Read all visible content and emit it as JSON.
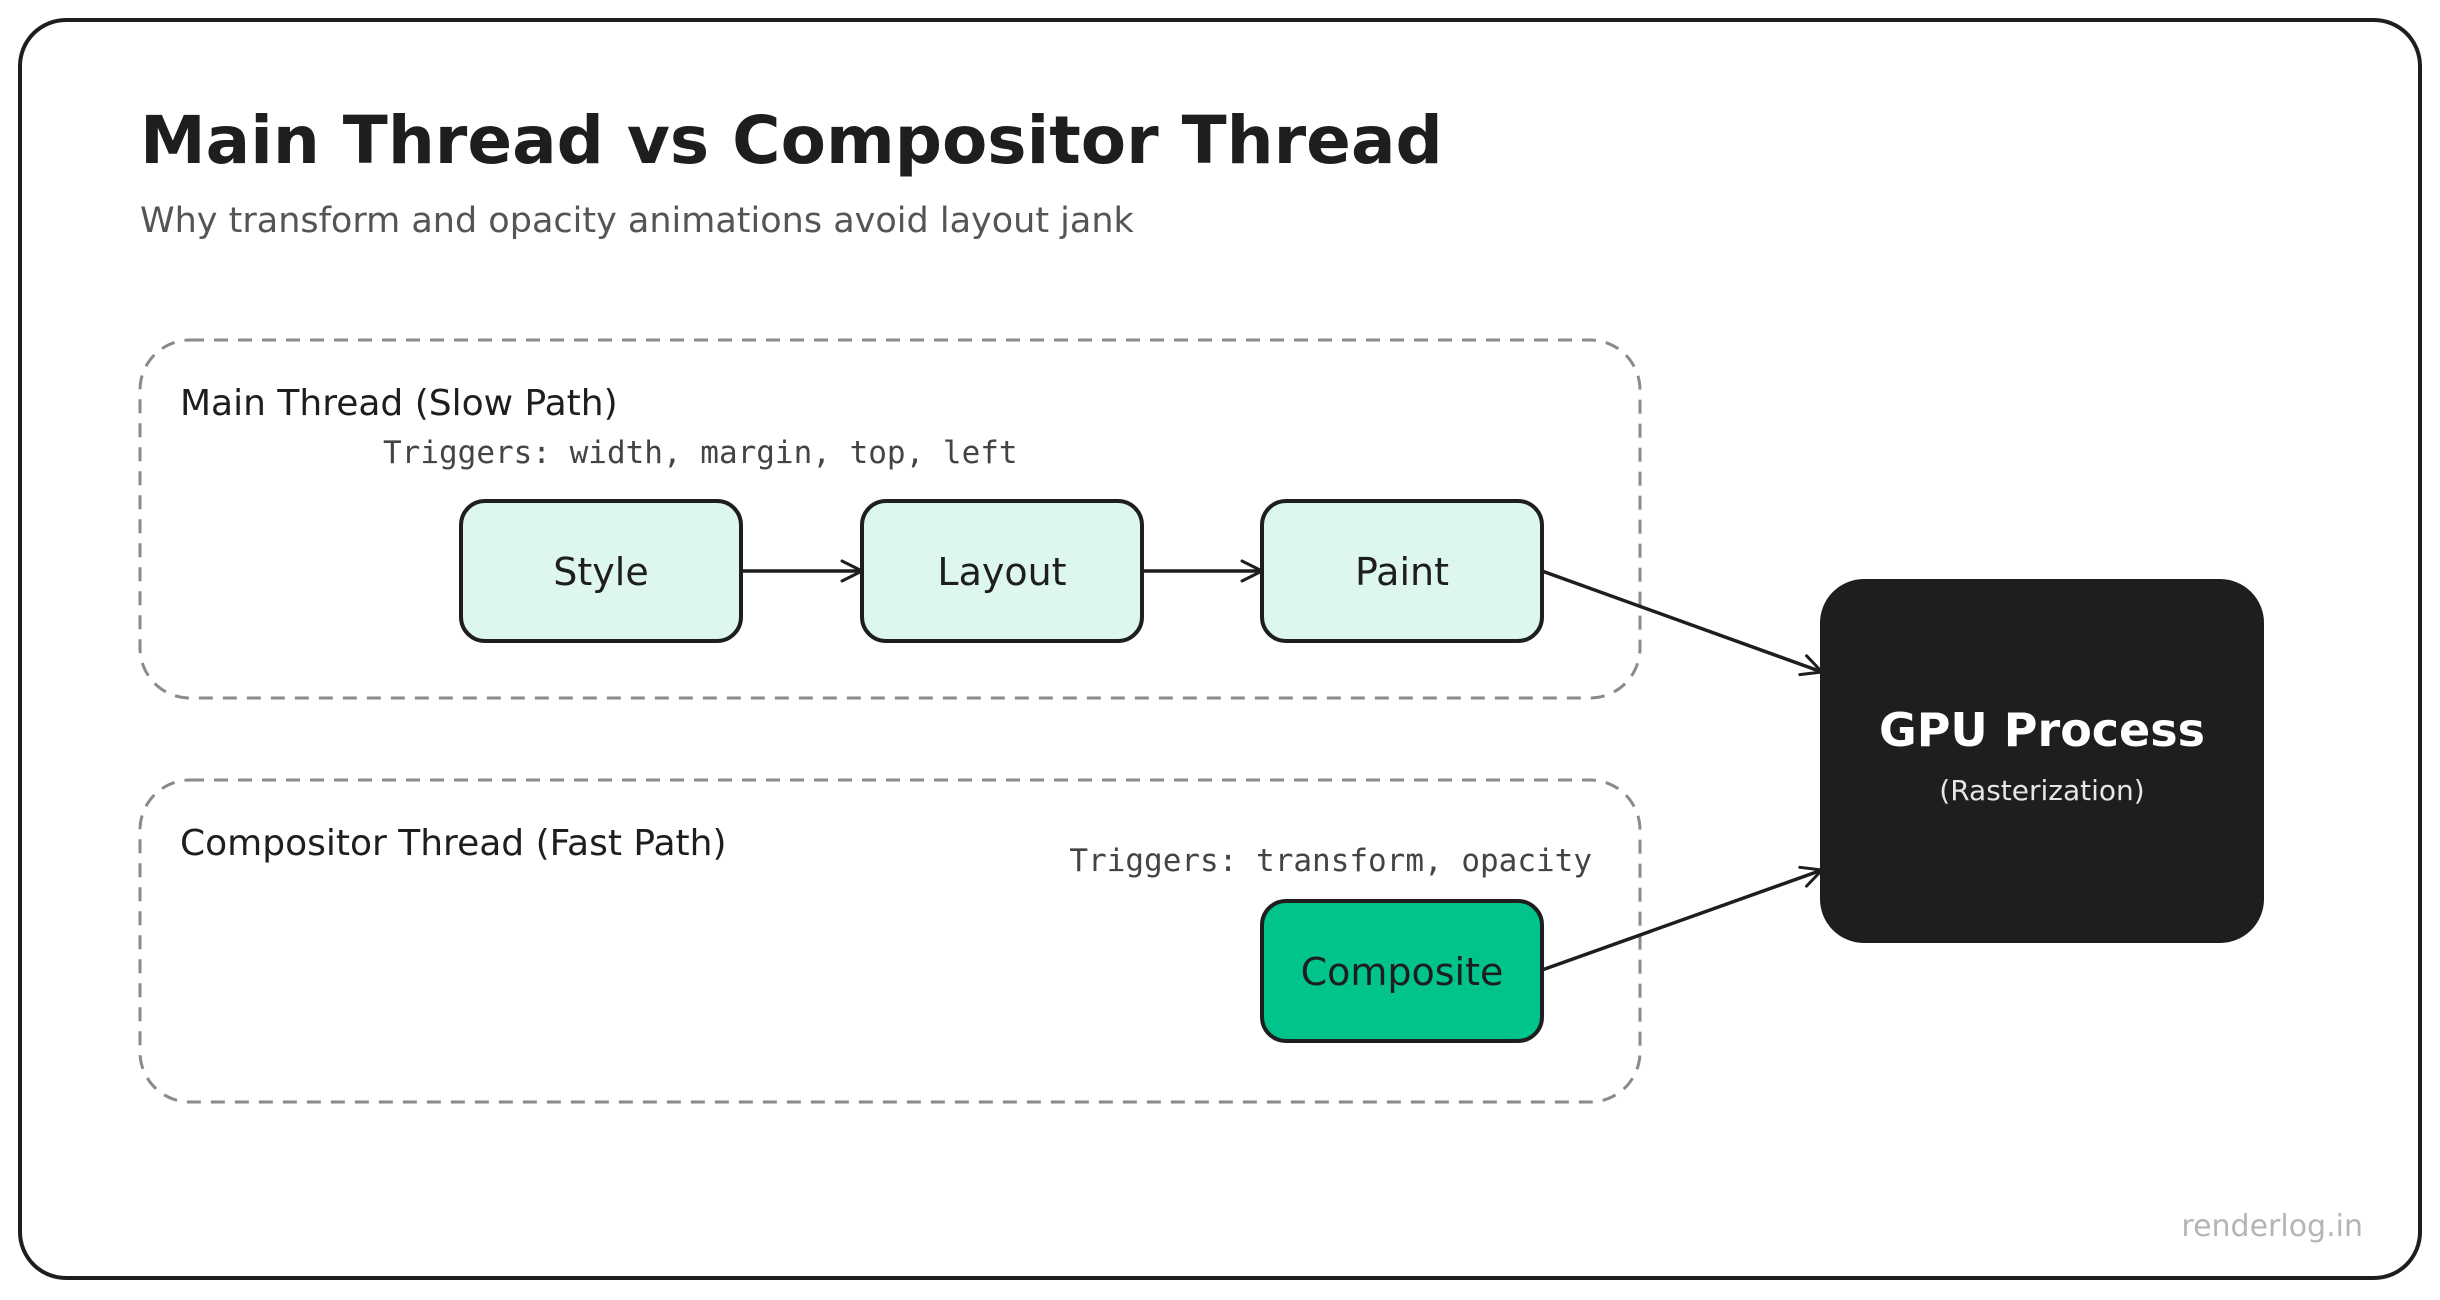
{
  "title": "Main Thread vs Compositor Thread",
  "subtitle": "Why transform and opacity animations avoid layout jank",
  "main_thread": {
    "label": "Main Thread (Slow Path)",
    "triggers": "Triggers: width, margin, top, left",
    "nodes": [
      "Style",
      "Layout",
      "Paint"
    ]
  },
  "compositor_thread": {
    "label": "Compositor Thread (Fast Path)",
    "triggers": "Triggers: transform, opacity",
    "node": "Composite"
  },
  "gpu": {
    "label": "GPU Process",
    "sublabel": "(Rasterization)"
  },
  "watermark": "renderlog.in",
  "colors": {
    "main_node_fill": "#ddf6ef",
    "composite_fill": "#00c48c",
    "gpu_fill": "#1e1e1e",
    "stroke": "#1e1e1e",
    "dashed": "#8a8a8a"
  }
}
